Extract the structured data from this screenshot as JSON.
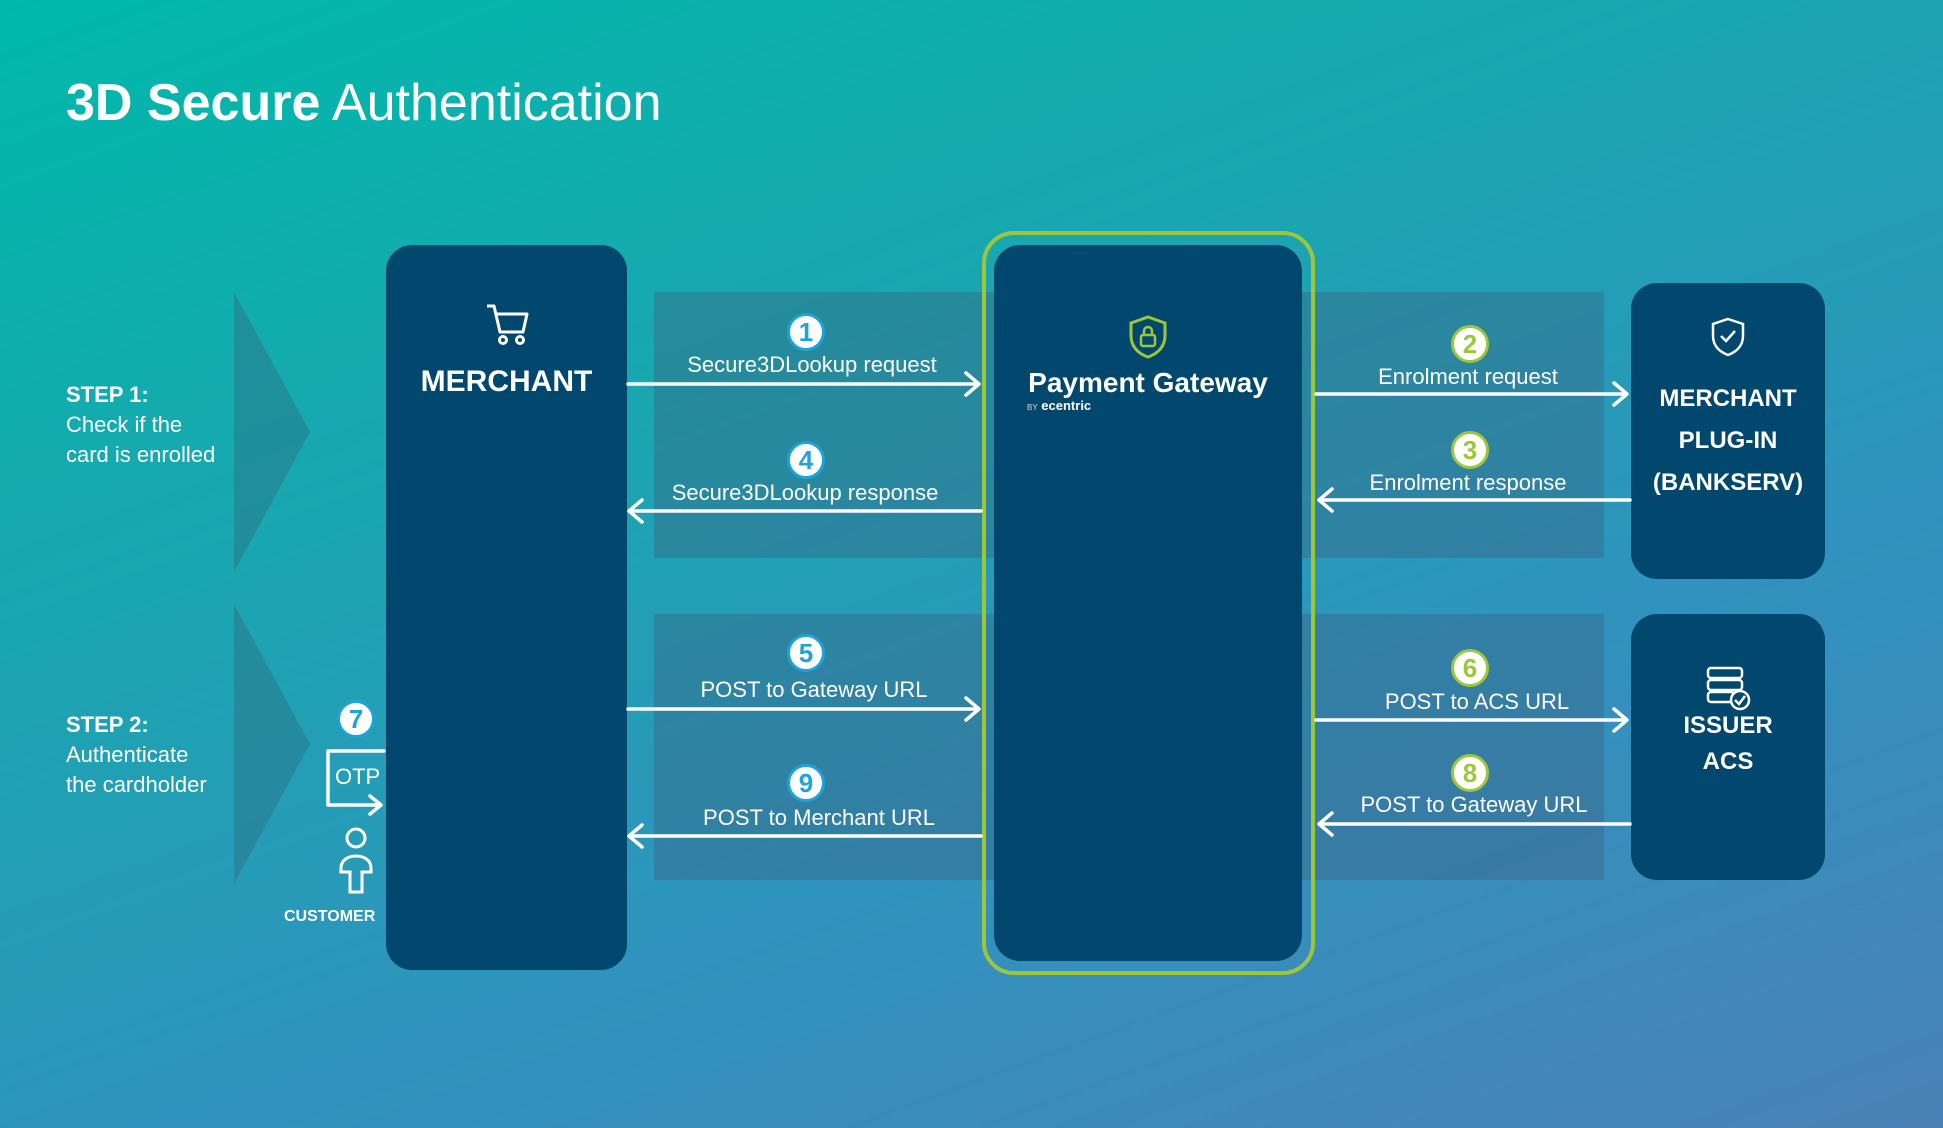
{
  "title": {
    "bold": "3D Secure",
    "light": "Authentication"
  },
  "steps": [
    {
      "label": "STEP 1:",
      "line1": "Check if the",
      "line2": "card is enrolled"
    },
    {
      "label": "STEP 2:",
      "line1": "Authenticate",
      "line2": "the cardholder"
    }
  ],
  "columns": {
    "merchant": {
      "label": "MERCHANT",
      "icon": "cart-icon"
    },
    "gateway": {
      "label": "Payment Gateway",
      "sub_prefix": "BY",
      "sub_brand": "ecentric",
      "icon": "shield-lock-icon"
    },
    "plugin": {
      "line1": "MERCHANT",
      "line2": "PLUG-IN",
      "line3": "(BANKSERV)",
      "icon": "shield-check-icon"
    },
    "issuer": {
      "line1": "ISSUER",
      "line2": "ACS",
      "icon": "server-check-icon"
    }
  },
  "flows": [
    {
      "num": "1",
      "label": "Secure3DLookup request"
    },
    {
      "num": "2",
      "label": "Enrolment request"
    },
    {
      "num": "3",
      "label": "Enrolment response"
    },
    {
      "num": "4",
      "label": "Secure3DLookup response"
    },
    {
      "num": "5",
      "label": "POST to Gateway URL"
    },
    {
      "num": "6",
      "label": "POST to ACS URL"
    },
    {
      "num": "7",
      "label": ""
    },
    {
      "num": "8",
      "label": "POST to Gateway URL"
    },
    {
      "num": "9",
      "label": "POST to Merchant URL"
    }
  ],
  "customer": {
    "otp": "OTP",
    "label": "CUSTOMER",
    "icon": "person-icon"
  },
  "colors": {
    "gateway_outline": "#9dc73b",
    "column": "#02476e",
    "blue_badge": "#20a3d8",
    "green_badge": "#9dc73b"
  }
}
